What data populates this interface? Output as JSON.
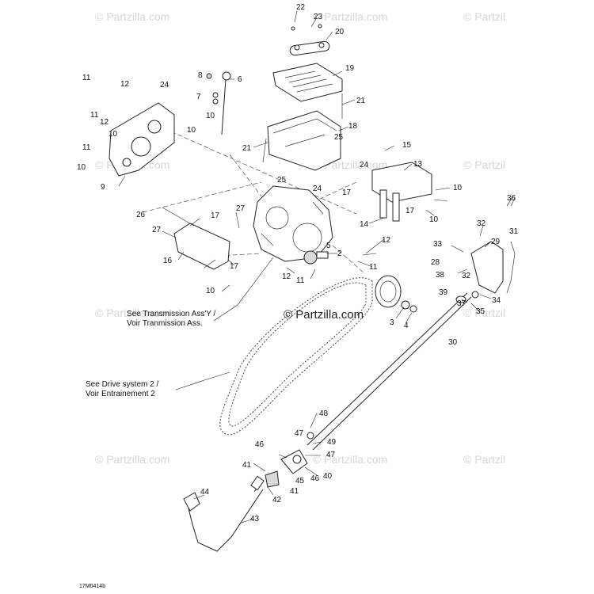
{
  "watermark": {
    "text": "© Partzilla.com",
    "partial_text": "© Partzil",
    "center_text": "© Partzilla.com"
  },
  "figure_code": "17M0414b",
  "notes": {
    "transmission_line1": "See Transmission Ass'Y /",
    "transmission_line2": "Voir Tranmission Ass.",
    "drive_line1": "See Drive system 2 /",
    "drive_line2": "Voir Entrainement 2"
  },
  "callouts": [
    "22",
    "23",
    "20",
    "19",
    "21",
    "18",
    "25",
    "21",
    "25",
    "24",
    "24",
    "15",
    "13",
    "17",
    "17",
    "10",
    "10",
    "14",
    "36",
    "32",
    "29",
    "31",
    "33",
    "28",
    "32",
    "38",
    "39",
    "37",
    "34",
    "35",
    "30",
    "11",
    "12",
    "24",
    "11",
    "10",
    "12",
    "10",
    "11",
    "10",
    "9",
    "10",
    "6",
    "8",
    "7",
    "26",
    "27",
    "27",
    "17",
    "16",
    "17",
    "10",
    "12",
    "11",
    "12",
    "11",
    "5",
    "2",
    "3",
    "4",
    "48",
    "47",
    "49",
    "46",
    "47",
    "41",
    "45",
    "46",
    "40",
    "41",
    "42",
    "44",
    "43"
  ]
}
